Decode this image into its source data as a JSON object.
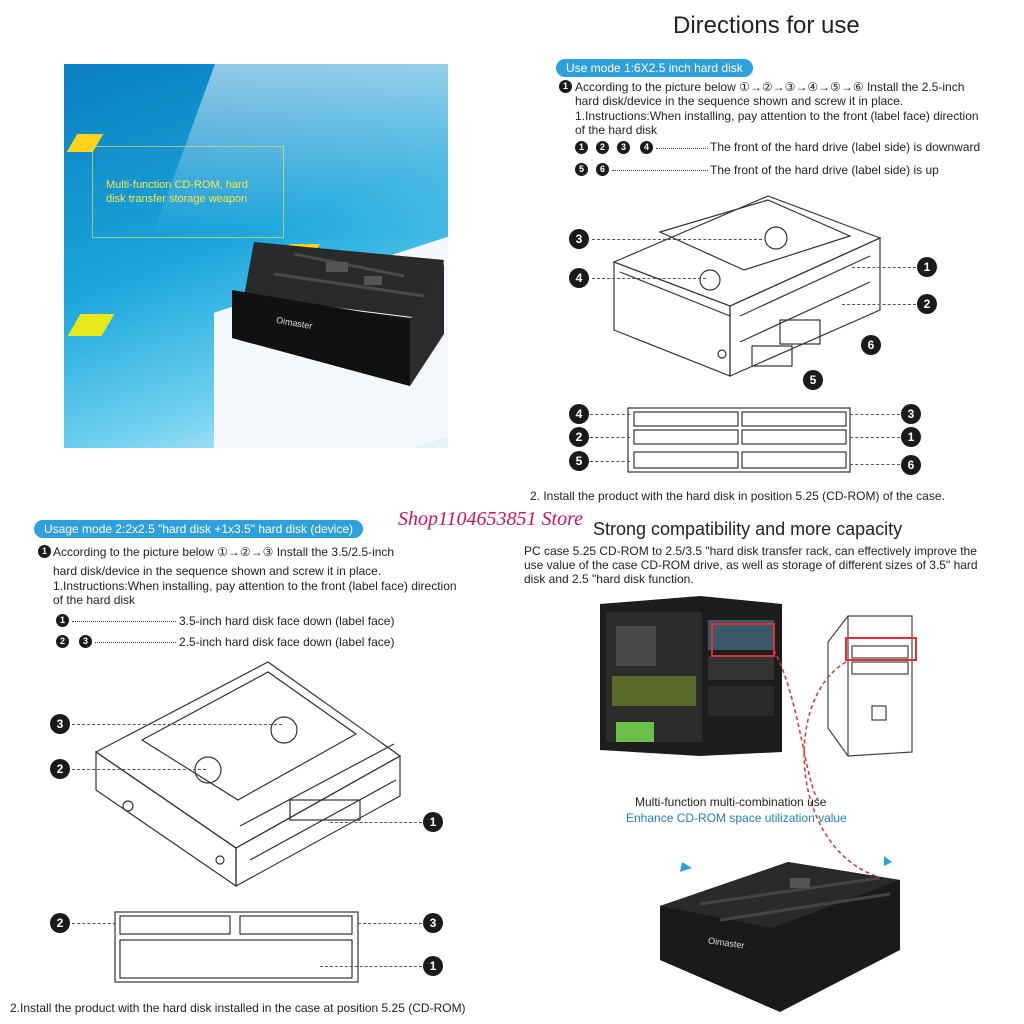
{
  "hero": {
    "tagline_line1": "Multi-function CD-ROM, hard",
    "tagline_line2": "disk transfer storage weapon",
    "brand": "Oimaster"
  },
  "directions": {
    "title": "Directions for use",
    "mode1_badge": "Use mode 1:6X2.5 inch hard disk",
    "step1_line1": "According to the picture below ①→②→③→④→⑤→⑥ Install the 2.5-inch",
    "step1_line2": "hard disk/device in the sequence shown and screw it in place.",
    "instr_line1": "1.Instructions:When installing, pay attention to the front (label face) direction",
    "instr_line2": "of the hard disk",
    "legend_down": "The front of the hard drive (label side) is downward",
    "legend_up": "The front of the hard drive (label side) is up",
    "step2": "2. Install the product with the hard disk in position 5.25 (CD-ROM) of the case."
  },
  "usage2": {
    "badge": "Usage mode 2:2x2.5 \"hard disk +1x3.5\" hard disk (device)",
    "step1_line1": "According to the picture below ①→②→③ Install the 3.5/2.5-inch",
    "step1_line2": "hard disk/device in the sequence shown and screw it in place.",
    "instr_line1": "1.Instructions:When installing, pay attention to the front (label face) direction",
    "instr_line2": "of the hard disk",
    "legend_1": "3.5-inch hard disk face down (label face)",
    "legend_23": "2.5-inch hard disk face down (label face)",
    "step2": "2.Install the product with the hard disk installed in the case at position 5.25 (CD-ROM)"
  },
  "watermark": "Shop1104653851 Store",
  "compat": {
    "title": "Strong compatibility and more capacity",
    "line1": "PC case 5.25 CD-ROM to 2.5/3.5 \"hard disk transfer rack, can effectively improve the",
    "line2": "use value of the case CD-ROM drive, as well as storage of different sizes of 3.5\" hard",
    "line3": "disk and 2.5 \"hard disk function.",
    "caption1": "Multi-function multi-combination use",
    "caption2": "Enhance CD-ROM space utilization value",
    "brand": "Oimaster"
  },
  "numbers": {
    "n1": "1",
    "n2": "2",
    "n3": "3",
    "n4": "4",
    "n5": "5",
    "n6": "6"
  },
  "colors": {
    "accent": "#2ea0dc",
    "watermark": "#d0106b",
    "caption_blue": "#1f7fc0"
  }
}
